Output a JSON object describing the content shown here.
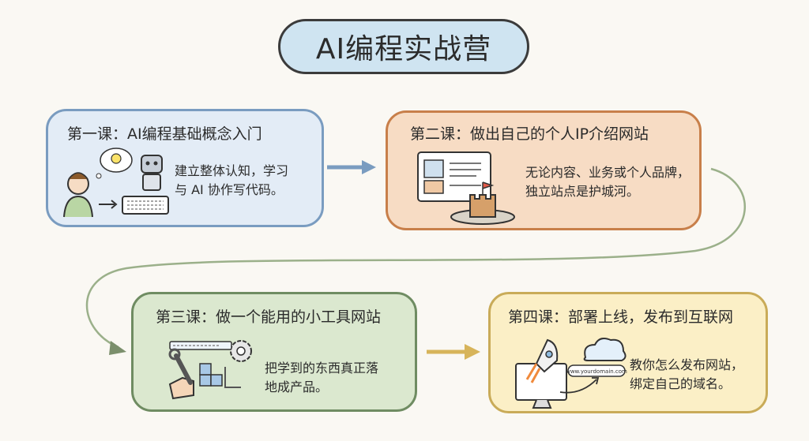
{
  "title": "AI编程实战营",
  "domain_url": "www.yourdomain.com",
  "lessons": [
    {
      "title": "第一课：AI编程基础概念入门",
      "body": "建立整体认知，学习\n与 AI 协作写代码。"
    },
    {
      "title": "第二课：做出自己的个人IP介绍网站",
      "body": "无论内容、业务或个人品牌，\n独立站点是护城河。"
    },
    {
      "title": "第三课：做一个能用的小工具网站",
      "body": "把学到的东西真正落\n地成产品。"
    },
    {
      "title": "第四课：部署上线，发布到互联网",
      "body": "教你怎么发布网站，\n绑定自己的域名。"
    }
  ],
  "colors": {
    "lesson1": "#e3ecf6",
    "lesson2": "#f7dcc4",
    "lesson3": "#dbe8cf",
    "lesson4": "#fbefc6",
    "title_bg": "#cfe4f1"
  }
}
